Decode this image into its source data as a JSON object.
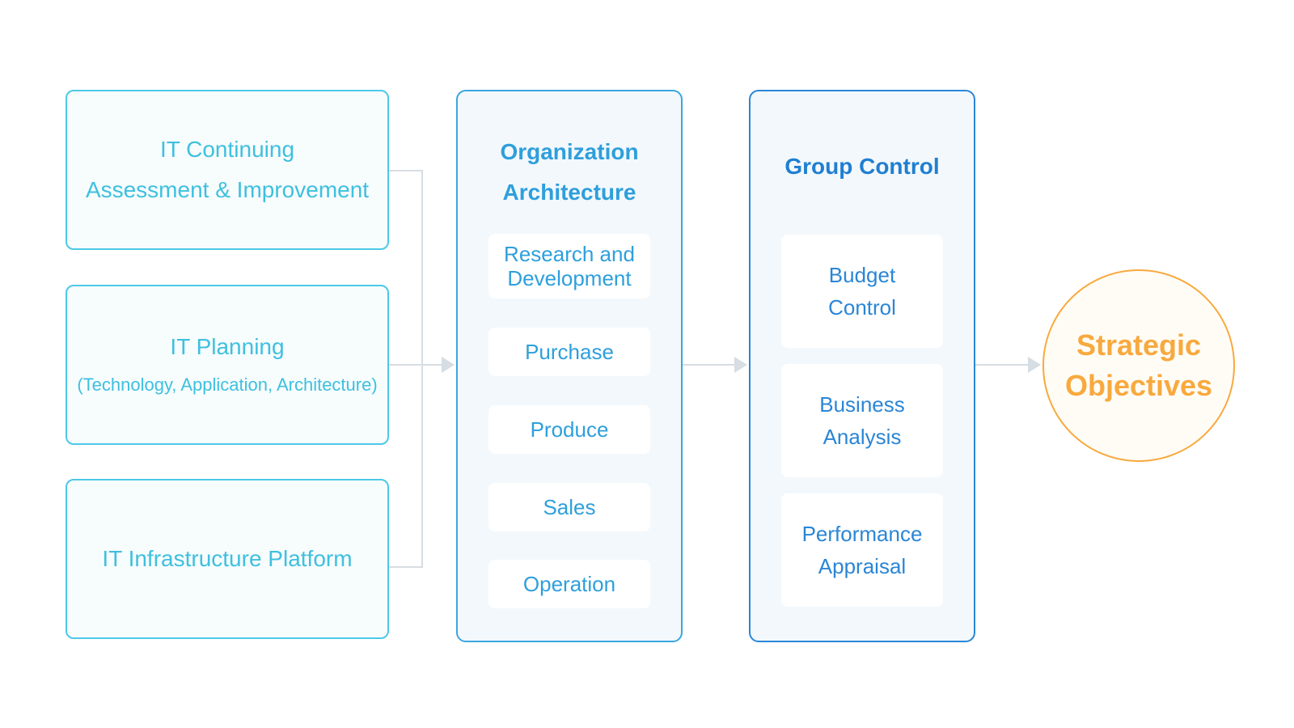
{
  "inputs": [
    {
      "lines": [
        "IT Continuing",
        "Assessment & Improvement"
      ]
    },
    {
      "title": "IT Planning",
      "subtitle": "(Technology, Application, Architecture)"
    },
    {
      "lines": [
        "IT Infrastructure Platform"
      ]
    }
  ],
  "organization": {
    "title_lines": [
      "Organization",
      "Architecture"
    ],
    "items": [
      [
        "Research and",
        "Development"
      ],
      [
        "Purchase"
      ],
      [
        "Produce"
      ],
      [
        "Sales"
      ],
      [
        "Operation"
      ]
    ]
  },
  "group_control": {
    "title": "Group Control",
    "items": [
      [
        "Budget",
        "Control"
      ],
      [
        "Business",
        "Analysis"
      ],
      [
        "Performance",
        "Appraisal"
      ]
    ]
  },
  "objective": {
    "lines": [
      "Strategic",
      "Objectives"
    ]
  },
  "colors": {
    "inputs": "#4cc9e8",
    "organization": "#3aa6e0",
    "group_control": "#2a86d6",
    "objective": "#f8a93e",
    "connector": "#d6dde3"
  }
}
